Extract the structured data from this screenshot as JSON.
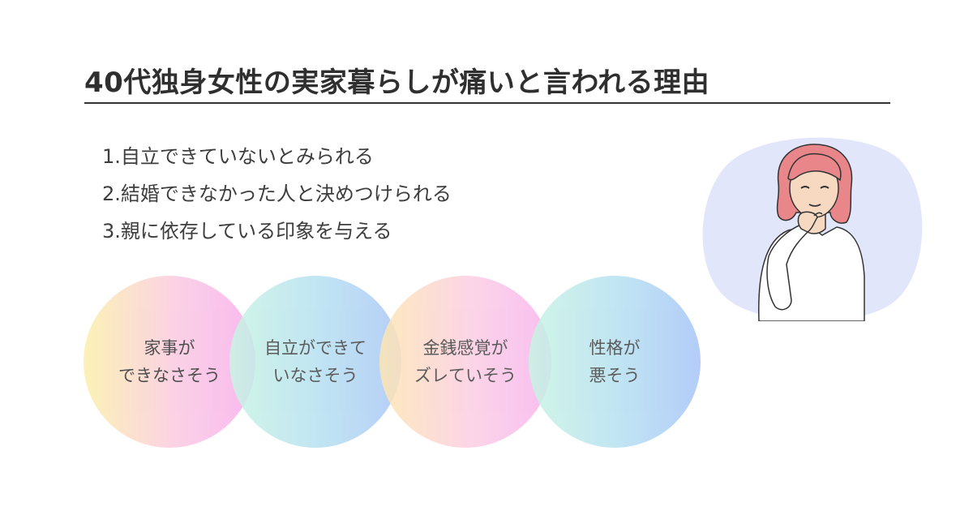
{
  "title": "40代独身女性の実家暮らしが痛いと言われる理由",
  "reasons": [
    "1.自立できていないとみられる",
    "2.結婚できなかった人と決めつけられる",
    "3.親に依存している印象を与える"
  ],
  "circles": [
    {
      "text": "家事が\nできなさそう"
    },
    {
      "text": "自立ができて\nいなさそう"
    },
    {
      "text": "金銭感覚が\nズレていそう"
    },
    {
      "text": "性格が\n悪そう"
    }
  ],
  "colors": {
    "blob": "#e2e6fb",
    "hair": "#e9868a",
    "skin": "#f7d9c2"
  },
  "illustration": {
    "icon": "thinking-woman-icon"
  }
}
